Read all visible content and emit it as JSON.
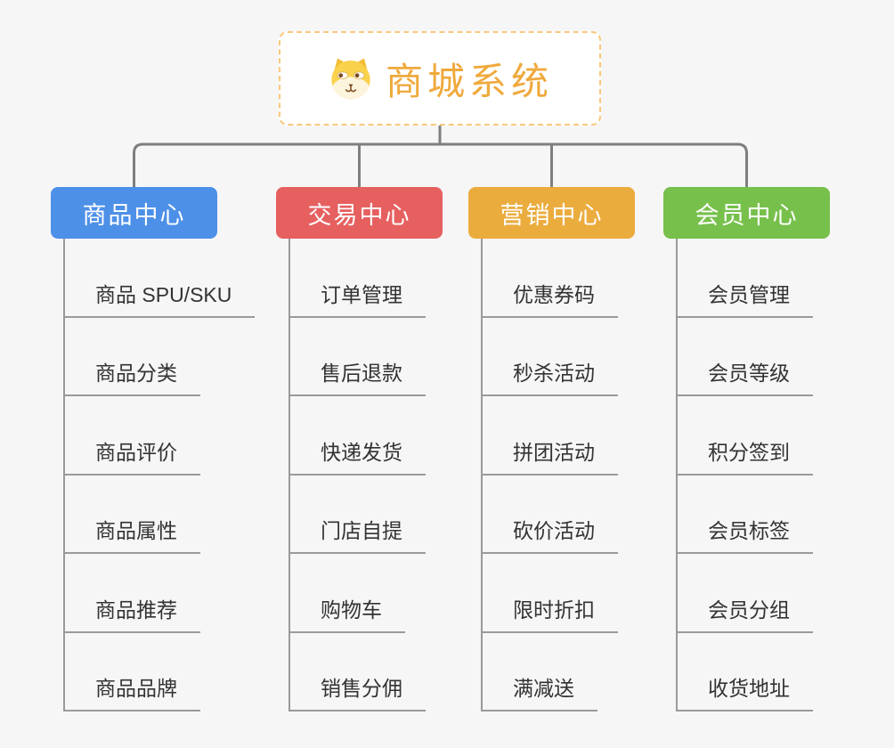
{
  "root": {
    "title": "商城系统",
    "icon": "dog-face-icon",
    "title_color": "#EFA93C",
    "border_color": "#F9C87C",
    "background": "#FFFFFF"
  },
  "branches": [
    {
      "label": "商品中心",
      "color": "#4D90E8",
      "children": [
        "商品 SPU/SKU",
        "商品分类",
        "商品评价",
        "商品属性",
        "商品推荐",
        "商品品牌"
      ]
    },
    {
      "label": "交易中心",
      "color": "#E66060",
      "children": [
        "订单管理",
        "售后退款",
        "快递发货",
        "门店自提",
        "购物车",
        "销售分佣"
      ]
    },
    {
      "label": "营销中心",
      "color": "#EBAC3E",
      "children": [
        "优惠券码",
        "秒杀活动",
        "拼团活动",
        "砍价活动",
        "限时折扣",
        "满减送"
      ]
    },
    {
      "label": "会员中心",
      "color": "#77C04C",
      "children": [
        "会员管理",
        "会员等级",
        "积分签到",
        "会员标签",
        "会员分组",
        "收货地址"
      ]
    }
  ],
  "connector_color": "#7F7F7F",
  "child_line_color": "#9A9A9A",
  "child_text_color": "#333333",
  "canvas_background": "#F6F6F6"
}
